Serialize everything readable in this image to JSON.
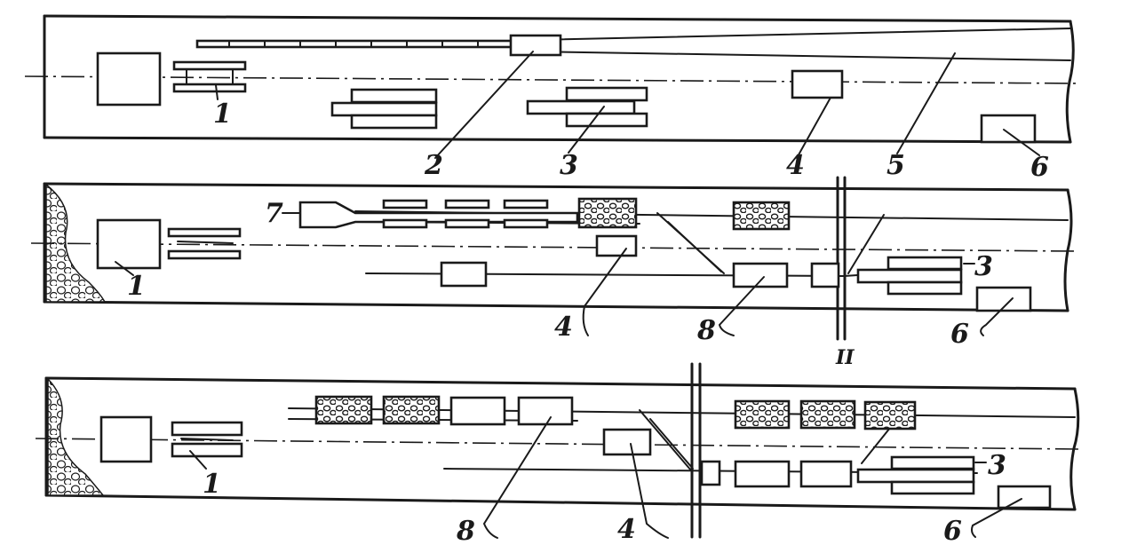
{
  "labels": {
    "p1": {
      "n1": "1",
      "n2": "2",
      "n3": "3",
      "n4": "4",
      "n5": "5",
      "n6": "6"
    },
    "p2": {
      "n7": "7",
      "n1": "1",
      "n3": "3",
      "n4": "4",
      "n8": "8",
      "n6": "6"
    },
    "p3": {
      "n1": "1",
      "n3": "3",
      "n8": "8",
      "n4": "4",
      "n6": "6"
    },
    "break_mark": "II"
  },
  "colors": {
    "ink": "#1a1a1a",
    "paper": "#ffffff"
  }
}
